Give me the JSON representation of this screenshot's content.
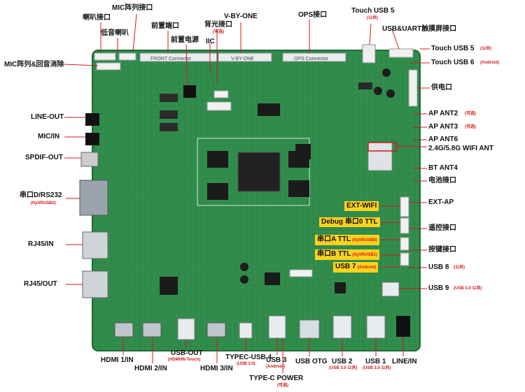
{
  "labels": {
    "speaker_port": "喇叭接口",
    "mic_array_port": "MIC阵列接口",
    "bass_speaker": "低音喇叭",
    "front_port": "前置端口",
    "front_power": "前置电源",
    "backlight_port": "背光接口",
    "backlight_optional": "(可选)",
    "iic": "IIC",
    "vbyone": "V-BY-ONE",
    "ops_port": "OPS接口",
    "touch_usb5_top": "Touch USB 5",
    "touch_usb5_top_note": "(公共)",
    "usb_uart_touch": "USB&UART触摸屏接口",
    "mic_array_echo": "MIC阵列&回音消除",
    "touch_usb5": "Touch USB 5",
    "touch_usb5_note": "(公共)",
    "touch_usb6": "Touch USB 6",
    "touch_usb6_note": "(Android)",
    "power_port": "供电口",
    "ap_ant2": "AP ANT2",
    "ap_ant2_note": "(可选)",
    "ap_ant3": "AP ANT3",
    "ap_ant3_note": "(可选)",
    "ap_ant6": "AP ANT6",
    "wifi_ant": "2.4G/5.8G WIFI ANT",
    "bt_ant4": "BT ANT4",
    "battery_port": "电池接口",
    "line_out": "LINE-OUT",
    "mic_in": "MIC/IN",
    "spdif_out": "SPDIF-OUT",
    "serial_d": "串口D/RS232",
    "serial_d_note": "(ttyXRUSB2)",
    "rj45_in": "RJ45/IN",
    "rj45_out": "RJ45/OUT",
    "ext_ap": "EXT-AP",
    "remote_port": "遥控接口",
    "key_port": "按键接口",
    "usb8": "USB 8",
    "usb8_note": "(公共)",
    "usb9": "USB 9",
    "usb9_note": "(USB 3.0 公共)",
    "hdmi1": "HDMI 1/IN",
    "hdmi2": "HDMI 2/IN",
    "usb_out": "USB-OUT",
    "usb_out_note": "(HDMI/IN Touch)",
    "hdmi3": "HDMI 3/IN",
    "typec_usb4": "TYPEC-USB 4",
    "typec_usb4_note": "(USB 3.0)",
    "usb3": "USB 3",
    "usb3_note": "(Android)",
    "usb_otg": "USB OTG",
    "usb2": "USB 2",
    "usb2_note": "(USB 3.0 公共)",
    "usb1": "USB 1",
    "usb1_note": "(USB 3.0 公共)",
    "line_in": "LINE/IN",
    "typec_power": "TYPE-C POWER",
    "typec_power_note": "(可选)"
  },
  "yellow_tags": {
    "ext_wifi": "EXT-WIFI",
    "debug_serial": "Debug 串口0 TTL",
    "serial_a": "串口A TTL",
    "serial_a_note": "(ttyXRUSB0)",
    "serial_b": "串口B TTL",
    "serial_b_note": "(ttyXRUSB1)",
    "usb7": "USB 7",
    "usb7_note": "(Android)"
  },
  "pcb_silk": {
    "front_connector": "FRONT Connector",
    "vbyone_silk": "V-BY-ONE",
    "ops_connector": "OPS Connector"
  },
  "colors": {
    "pcb": "#2f8a4a",
    "pcb_dark": "#1f6b36",
    "accent_red": "#d01818",
    "tag_yellow": "#ffd21f"
  }
}
